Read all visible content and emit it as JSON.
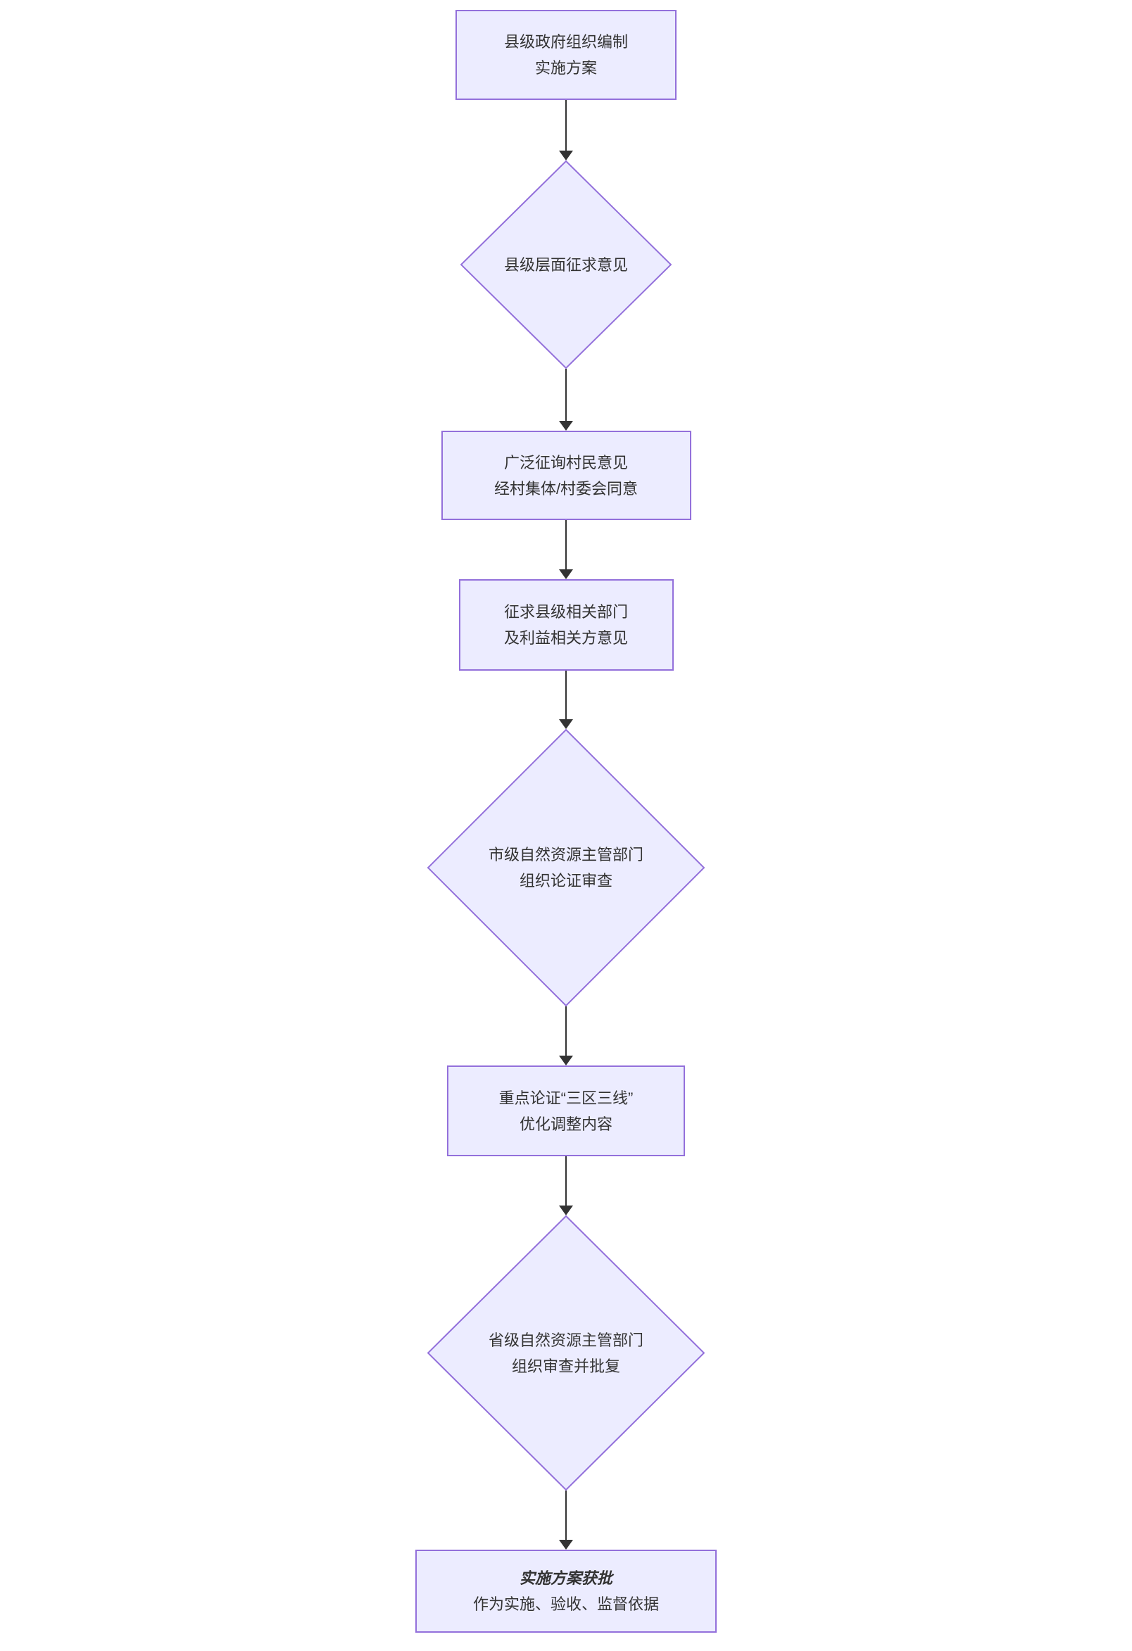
{
  "flow": {
    "colors": {
      "node_fill": "#ECECFF",
      "node_border": "#9370DB",
      "arrow": "#333333",
      "text": "#333333",
      "background": "#ffffff"
    },
    "nodes": [
      {
        "type": "rect",
        "lines": [
          "县级政府组织编制",
          "实施方案"
        ]
      },
      {
        "type": "diamond",
        "lines": [
          "县级层面征求意见"
        ]
      },
      {
        "type": "rect",
        "lines": [
          "广泛征询村民意见",
          "经村集体/村委会同意"
        ]
      },
      {
        "type": "rect",
        "lines": [
          "征求县级相关部门",
          "及利益相关方意见"
        ]
      },
      {
        "type": "diamond",
        "lines": [
          "市级自然资源主管部门",
          "组织论证审查"
        ]
      },
      {
        "type": "rect",
        "lines": [
          "重点论证“三区三线”",
          "优化调整内容"
        ]
      },
      {
        "type": "diamond",
        "lines": [
          "省级自然资源主管部门",
          "组织审查并批复"
        ]
      },
      {
        "type": "rect",
        "lines": [
          "实施方案获批",
          "作为实施、验收、监督依据"
        ],
        "emphasis_line": 0
      }
    ]
  }
}
